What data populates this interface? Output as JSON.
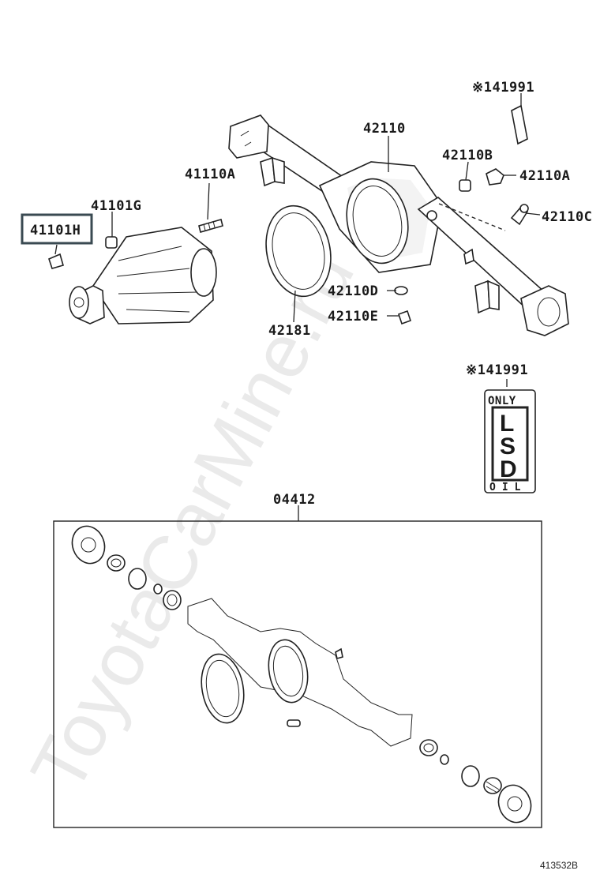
{
  "parts": {
    "p41991_top": "※141991",
    "p42110": "42110",
    "p42110B": "42110B",
    "p42110A_right": "42110A",
    "p42110C": "42110C",
    "p41110A": "41110A",
    "p41101G": "41101G",
    "p41101H": "41101H",
    "p42110D": "42110D",
    "p42110E": "42110E",
    "p42181": "42181",
    "p41991_lsd": "※141991",
    "p04412": "04412"
  },
  "lsd_label": {
    "top": "ONLY",
    "mid1": "L",
    "mid2": "S",
    "mid3": "D",
    "bottom": "OIL"
  },
  "figure_number": "413532B",
  "watermark": "ToyotaCarMine.ru",
  "highlighted_part": "41101H",
  "colors": {
    "highlight_border": "#3a4a52",
    "ink": "#222222",
    "watermark": "#d9d9d9"
  }
}
